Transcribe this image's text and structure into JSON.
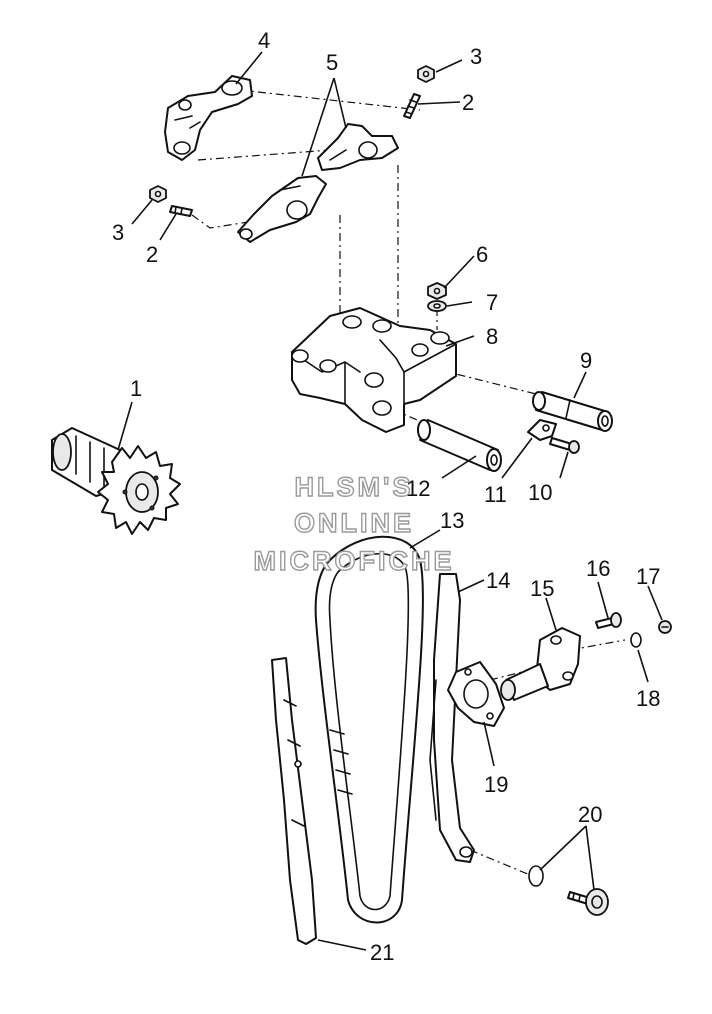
{
  "callouts": {
    "c1": "1",
    "c2a": "2",
    "c2b": "2",
    "c3a": "3",
    "c3b": "3",
    "c4": "4",
    "c5": "5",
    "c6": "6",
    "c7": "7",
    "c8": "8",
    "c9": "9",
    "c10": "10",
    "c11": "11",
    "c12": "12",
    "c13": "13",
    "c14": "14",
    "c15": "15",
    "c16": "16",
    "c17": "17",
    "c18": "18",
    "c19": "19",
    "c20": "20",
    "c21": "21"
  },
  "watermark": {
    "line1": "HLSM'S",
    "line2": "ONLINE",
    "line3": "MICROFICHE"
  }
}
